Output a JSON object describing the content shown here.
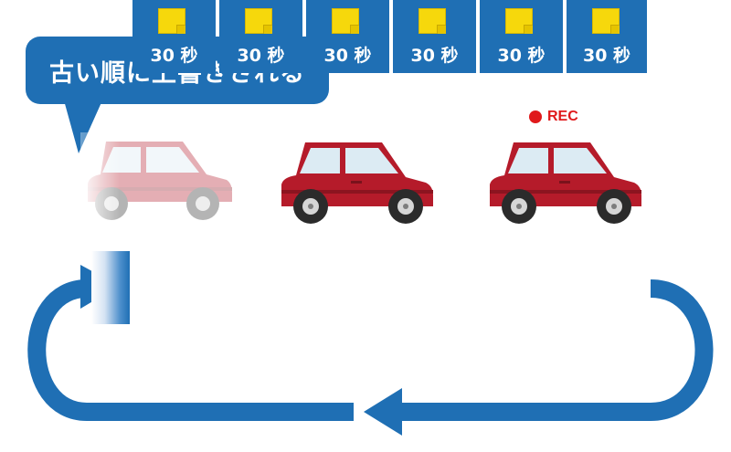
{
  "callout": {
    "text": "古い順に上書きされる"
  },
  "rec": {
    "label": "REC",
    "color": "#e0191b"
  },
  "segments": [
    {
      "label": "30 秒"
    },
    {
      "label": "30 秒"
    },
    {
      "label": "30 秒"
    },
    {
      "label": "30 秒"
    },
    {
      "label": "30 秒"
    },
    {
      "label": "30 秒"
    }
  ],
  "colors": {
    "blue": "#1f6fb4",
    "car_red": "#b51b2a",
    "file_yellow": "#f6d80c"
  }
}
